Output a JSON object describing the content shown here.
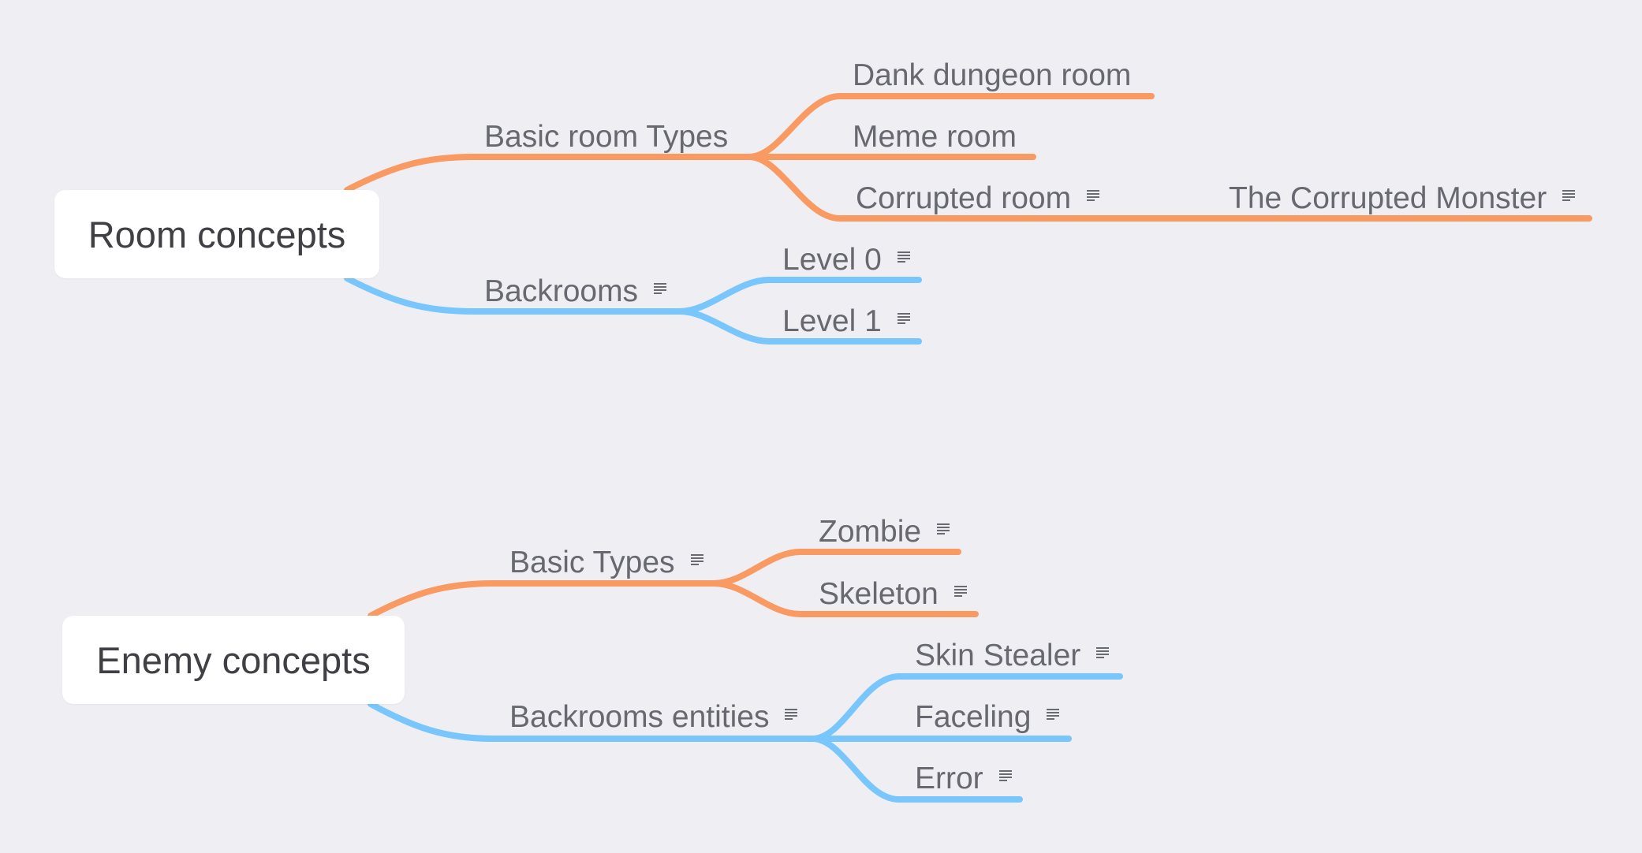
{
  "colors": {
    "background": "#efeef3",
    "orange_branch": "#f99a63",
    "blue_branch": "#78c6fc",
    "root_fill": "#ffffff",
    "root_text": "#3f3f44",
    "topic_text": "#686870"
  },
  "mindmaps": [
    {
      "root": {
        "label": "Room concepts"
      },
      "branches": [
        {
          "label": "Basic room Types",
          "color": "orange",
          "has_note": false,
          "children": [
            {
              "label": "Dank dungeon room",
              "has_note": false
            },
            {
              "label": "Meme room",
              "has_note": false
            },
            {
              "label": "Corrupted room",
              "has_note": true,
              "children": [
                {
                  "label": "The Corrupted Monster",
                  "has_note": true
                }
              ]
            }
          ]
        },
        {
          "label": "Backrooms",
          "color": "blue",
          "has_note": true,
          "children": [
            {
              "label": "Level 0",
              "has_note": true
            },
            {
              "label": "Level 1",
              "has_note": true
            }
          ]
        }
      ]
    },
    {
      "root": {
        "label": "Enemy concepts"
      },
      "branches": [
        {
          "label": "Basic Types",
          "color": "orange",
          "has_note": true,
          "children": [
            {
              "label": "Zombie",
              "has_note": true
            },
            {
              "label": "Skeleton",
              "has_note": true
            }
          ]
        },
        {
          "label": "Backrooms entities",
          "color": "blue",
          "has_note": true,
          "children": [
            {
              "label": "Skin Stealer",
              "has_note": true
            },
            {
              "label": "Faceling",
              "has_note": true
            },
            {
              "label": "Error",
              "has_note": true
            }
          ]
        }
      ]
    }
  ]
}
